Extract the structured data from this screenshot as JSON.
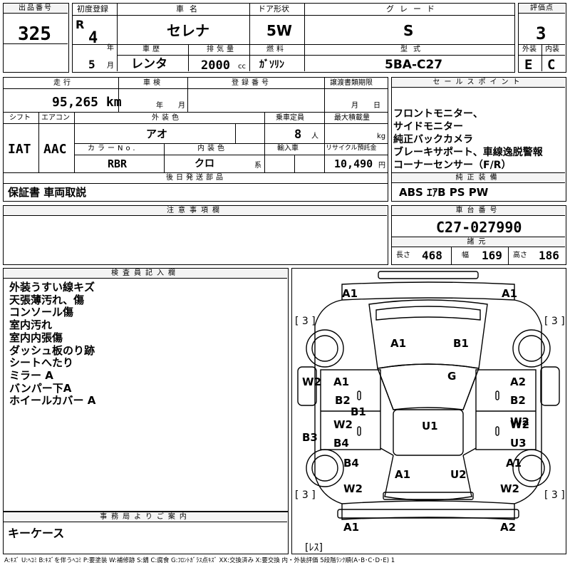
{
  "header": {
    "lot_label": "出品番号",
    "lot_value": "325",
    "first_reg_label": "初度登録",
    "first_reg_era": "R",
    "first_reg_year": "4",
    "year_unit": "年",
    "first_reg_month": "5",
    "month_unit": "月",
    "car_name_label": "車名",
    "car_name_value": "セレナ",
    "door_label": "ドア形状",
    "door_value": "5W",
    "grade_label": "グレード",
    "grade_value": "S",
    "score_label": "評価点",
    "score_value": "3",
    "history_label": "車歴",
    "history_value": "レンタ",
    "displacement_label": "排気量",
    "displacement_value": "2000",
    "displacement_unit": "cc",
    "fuel_label": "燃料",
    "fuel_value": "ｶﾞｿﾘﾝ",
    "model_label": "型式",
    "model_value": "5BA-C27",
    "exterior_label": "外装",
    "exterior_value": "E",
    "interior_label": "内装",
    "interior_value": "C"
  },
  "row2": {
    "mileage_label": "走行",
    "mileage_value": "95,265 km",
    "inspection_label": "車検",
    "inspection_year_unit": "年",
    "inspection_month_unit": "月",
    "regno_label": "登録番号",
    "transfer_label": "譲渡書類期限",
    "transfer_month_unit": "月",
    "transfer_day_unit": "日",
    "sales_label": "セールスポイント",
    "sales_points": [
      "フロントモニター、",
      "サイドモニター",
      "純正バックカメラ",
      "ブレーキサポート、車線逸脱警報",
      "コーナーセンサー（F/R）"
    ]
  },
  "row3": {
    "shift_label": "シフト",
    "shift_value": "IAT",
    "aircon_label": "エアコン",
    "aircon_value": "AAC",
    "ext_color_label": "外装色",
    "ext_color_value": "アオ",
    "capacity_label": "乗車定員",
    "capacity_value": "8",
    "capacity_unit": "人",
    "load_label": "最大積載量",
    "load_unit": "kg",
    "color_no_label": "カラーNo.",
    "color_no_value": "RBR",
    "int_color_label": "内装色",
    "int_color_value": "クロ",
    "int_color_unit": "系",
    "import_label": "輸入車",
    "recycle_label": "リサイクル預託金",
    "recycle_value": "10,490",
    "recycle_unit": "円"
  },
  "later_parts": {
    "label": "後日発送部品",
    "value": "保証書 車両取説"
  },
  "genuine": {
    "label": "純正装備",
    "value": "ABS ｴｱB PS PW"
  },
  "notes": {
    "label": "注意事項欄"
  },
  "chassis": {
    "label": "車台番号",
    "value": "C27-027990",
    "dims_label": "諸元",
    "length_label": "長さ",
    "length_value": "468",
    "width_label": "幅",
    "width_value": "169",
    "height_label": "高さ",
    "height_value": "186"
  },
  "inspector": {
    "label": "検査員記入欄",
    "lines": [
      "外装うすい線キズ",
      "天張薄汚れ、傷",
      "コンソール傷",
      "室内汚れ",
      "室内内張傷",
      "ダッシュ板のり跡",
      "シートへたり",
      "ミラー A",
      "バンパー下A",
      "ホイールカバー A"
    ]
  },
  "office": {
    "label": "事務局よりご案内",
    "value": "キーケース"
  },
  "diagram": {
    "marks": [
      "A1",
      "A1",
      "[ 3 ]",
      "[ 3 ]",
      "A1",
      "B1",
      "W2",
      "A1",
      "G",
      "A2",
      "W2",
      "B2",
      "B2",
      "B1",
      "U1",
      "B3",
      "W2",
      "W2",
      "B4",
      "U3",
      "B4",
      "A1",
      "A1",
      "U2",
      "W2",
      "W2",
      "[ 3 ]",
      "[ 3 ]",
      "A1",
      "A2",
      "[ﾚｽ]"
    ]
  },
  "legend": "A:ｷｽﾞ U:ﾍｺﾐ B:ｷｽﾞを伴うﾍｺﾐ P:要塗装 W:補修跡 S:錆 C:腐食 G:ﾌﾛﾝﾄｶﾞﾗｽ点ｷｽﾞ XX:交換済み X:要交換 内・外装評価 5段階ﾗﾝｸ順(A･B･C･D･E) 1"
}
